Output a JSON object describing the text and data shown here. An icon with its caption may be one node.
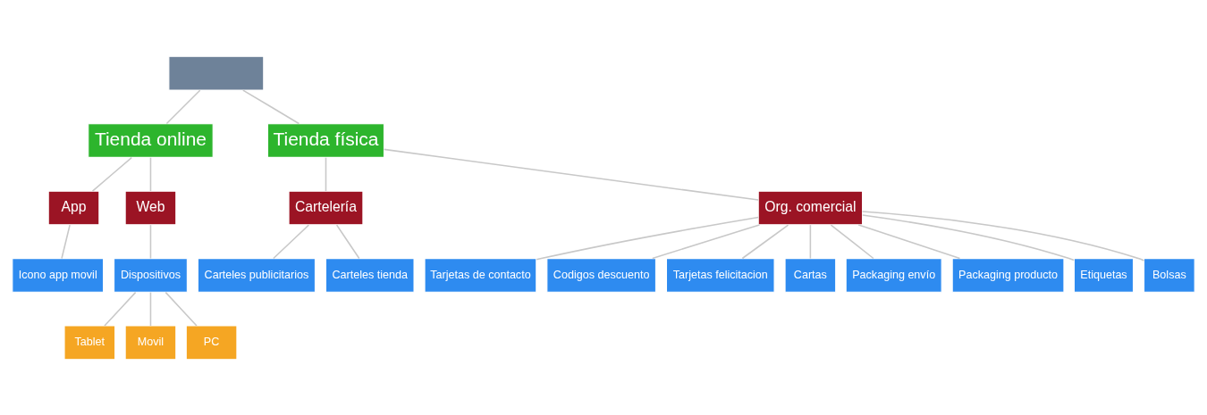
{
  "diagram": {
    "nodes": [
      {
        "text": [],
        "shape": "box"
      },
      {
        "text": [
          "Tienda online"
        ]
      },
      {
        "text": [
          "Tienda física"
        ]
      },
      {
        "text": [
          "App"
        ]
      },
      {
        "text": [
          "Icono app movil"
        ]
      },
      {
        "text": [
          "Web"
        ]
      },
      {
        "text": [
          "Dispositivos"
        ]
      },
      {
        "text": [
          "Tablet"
        ]
      },
      {
        "text": [
          "Movil"
        ]
      },
      {
        "text": [
          "PC"
        ]
      },
      {
        "text": [
          "Cartelería"
        ]
      },
      {
        "text": [
          "Carteles publicitarios"
        ]
      },
      {
        "text": [
          "Carteles tienda"
        ]
      },
      {
        "text": [
          "Org. comercial"
        ]
      },
      {
        "text": [
          "Tarjetas de contacto"
        ]
      },
      {
        "text": [
          "Codigos descuento"
        ]
      },
      {
        "text": [
          "Tarjetas felicitacion"
        ]
      },
      {
        "text": [
          "Cartas"
        ]
      },
      {
        "text": [
          "Packaging envío"
        ]
      },
      {
        "text": [
          "Packaging producto"
        ]
      },
      {
        "text": [
          "Etiquetas"
        ]
      },
      {
        "text": [
          "Bolsas"
        ]
      }
    ],
    "edges": [
      {
        "from": 0,
        "to": 1,
        "arrow": "none"
      },
      {
        "from": 0,
        "to": 2,
        "arrow": "none"
      },
      {
        "from": 1,
        "to": 3,
        "arrow": "none"
      },
      {
        "from": 3,
        "to": 4,
        "arrow": "none"
      },
      {
        "from": 1,
        "to": 5,
        "arrow": "none"
      },
      {
        "from": 5,
        "to": 6,
        "arrow": "none"
      },
      {
        "from": 6,
        "to": 7,
        "arrow": "none"
      },
      {
        "from": 6,
        "to": 8,
        "arrow": "none"
      },
      {
        "from": 6,
        "to": 9,
        "arrow": "none"
      },
      {
        "from": 2,
        "to": 10,
        "arrow": "none"
      },
      {
        "from": 10,
        "to": 11,
        "arrow": "none"
      },
      {
        "from": 10,
        "to": 12,
        "arrow": "none"
      },
      {
        "from": 2,
        "to": 13,
        "arrow": "none"
      },
      {
        "from": 13,
        "to": 14,
        "arrow": "none"
      },
      {
        "from": 13,
        "to": 15,
        "arrow": "none"
      },
      {
        "from": 13,
        "to": 16,
        "arrow": "none"
      },
      {
        "from": 13,
        "to": 17,
        "arrow": "none"
      },
      {
        "from": 13,
        "to": 18,
        "arrow": "none"
      },
      {
        "from": 13,
        "to": 19,
        "arrow": "none"
      },
      {
        "from": 13,
        "to": 20,
        "arrow": "none"
      },
      {
        "from": 13,
        "to": 21,
        "arrow": "none"
      }
    ]
  }
}
